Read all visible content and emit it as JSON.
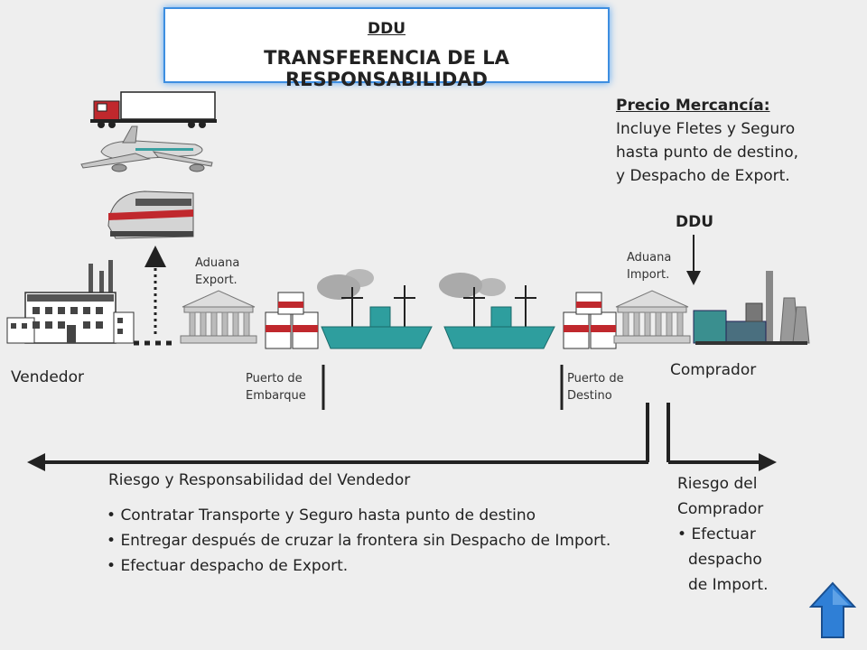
{
  "header": {
    "subtitle": "DDU",
    "title": "TRANSFERENCIA DE LA RESPONSABILIDAD"
  },
  "price": {
    "heading": "Precio Mercancía:",
    "lines": [
      "Incluye Fletes y Seguro",
      "hasta punto de destino,",
      "y Despacho de Export."
    ]
  },
  "ddu_marker": "DDU",
  "labels": {
    "vendedor": "Vendedor",
    "comprador": "Comprador",
    "aduana_export": [
      "Aduana",
      "Export."
    ],
    "aduana_import": [
      "Aduana",
      "Import."
    ],
    "puerto_embarque": [
      "Puerto de",
      "Embarque"
    ],
    "puerto_destino": [
      "Puerto de",
      "Destino"
    ]
  },
  "seller": {
    "heading": "Riesgo y Responsabilidad del Vendedor",
    "items": [
      "Contratar Transporte y Seguro hasta punto de destino",
      "Entregar después de cruzar la frontera sin Despacho de Import.",
      "Efectuar despacho de Export."
    ]
  },
  "buyer": {
    "heading": [
      "Riesgo del",
      "Comprador"
    ],
    "item_bullet": "Efectuar",
    "item_lines": [
      "despacho",
      "de Import."
    ]
  },
  "colors": {
    "accent": "#3d8ee0",
    "ship": "#2e9e9e",
    "nav_button": "#2f7fd6"
  }
}
